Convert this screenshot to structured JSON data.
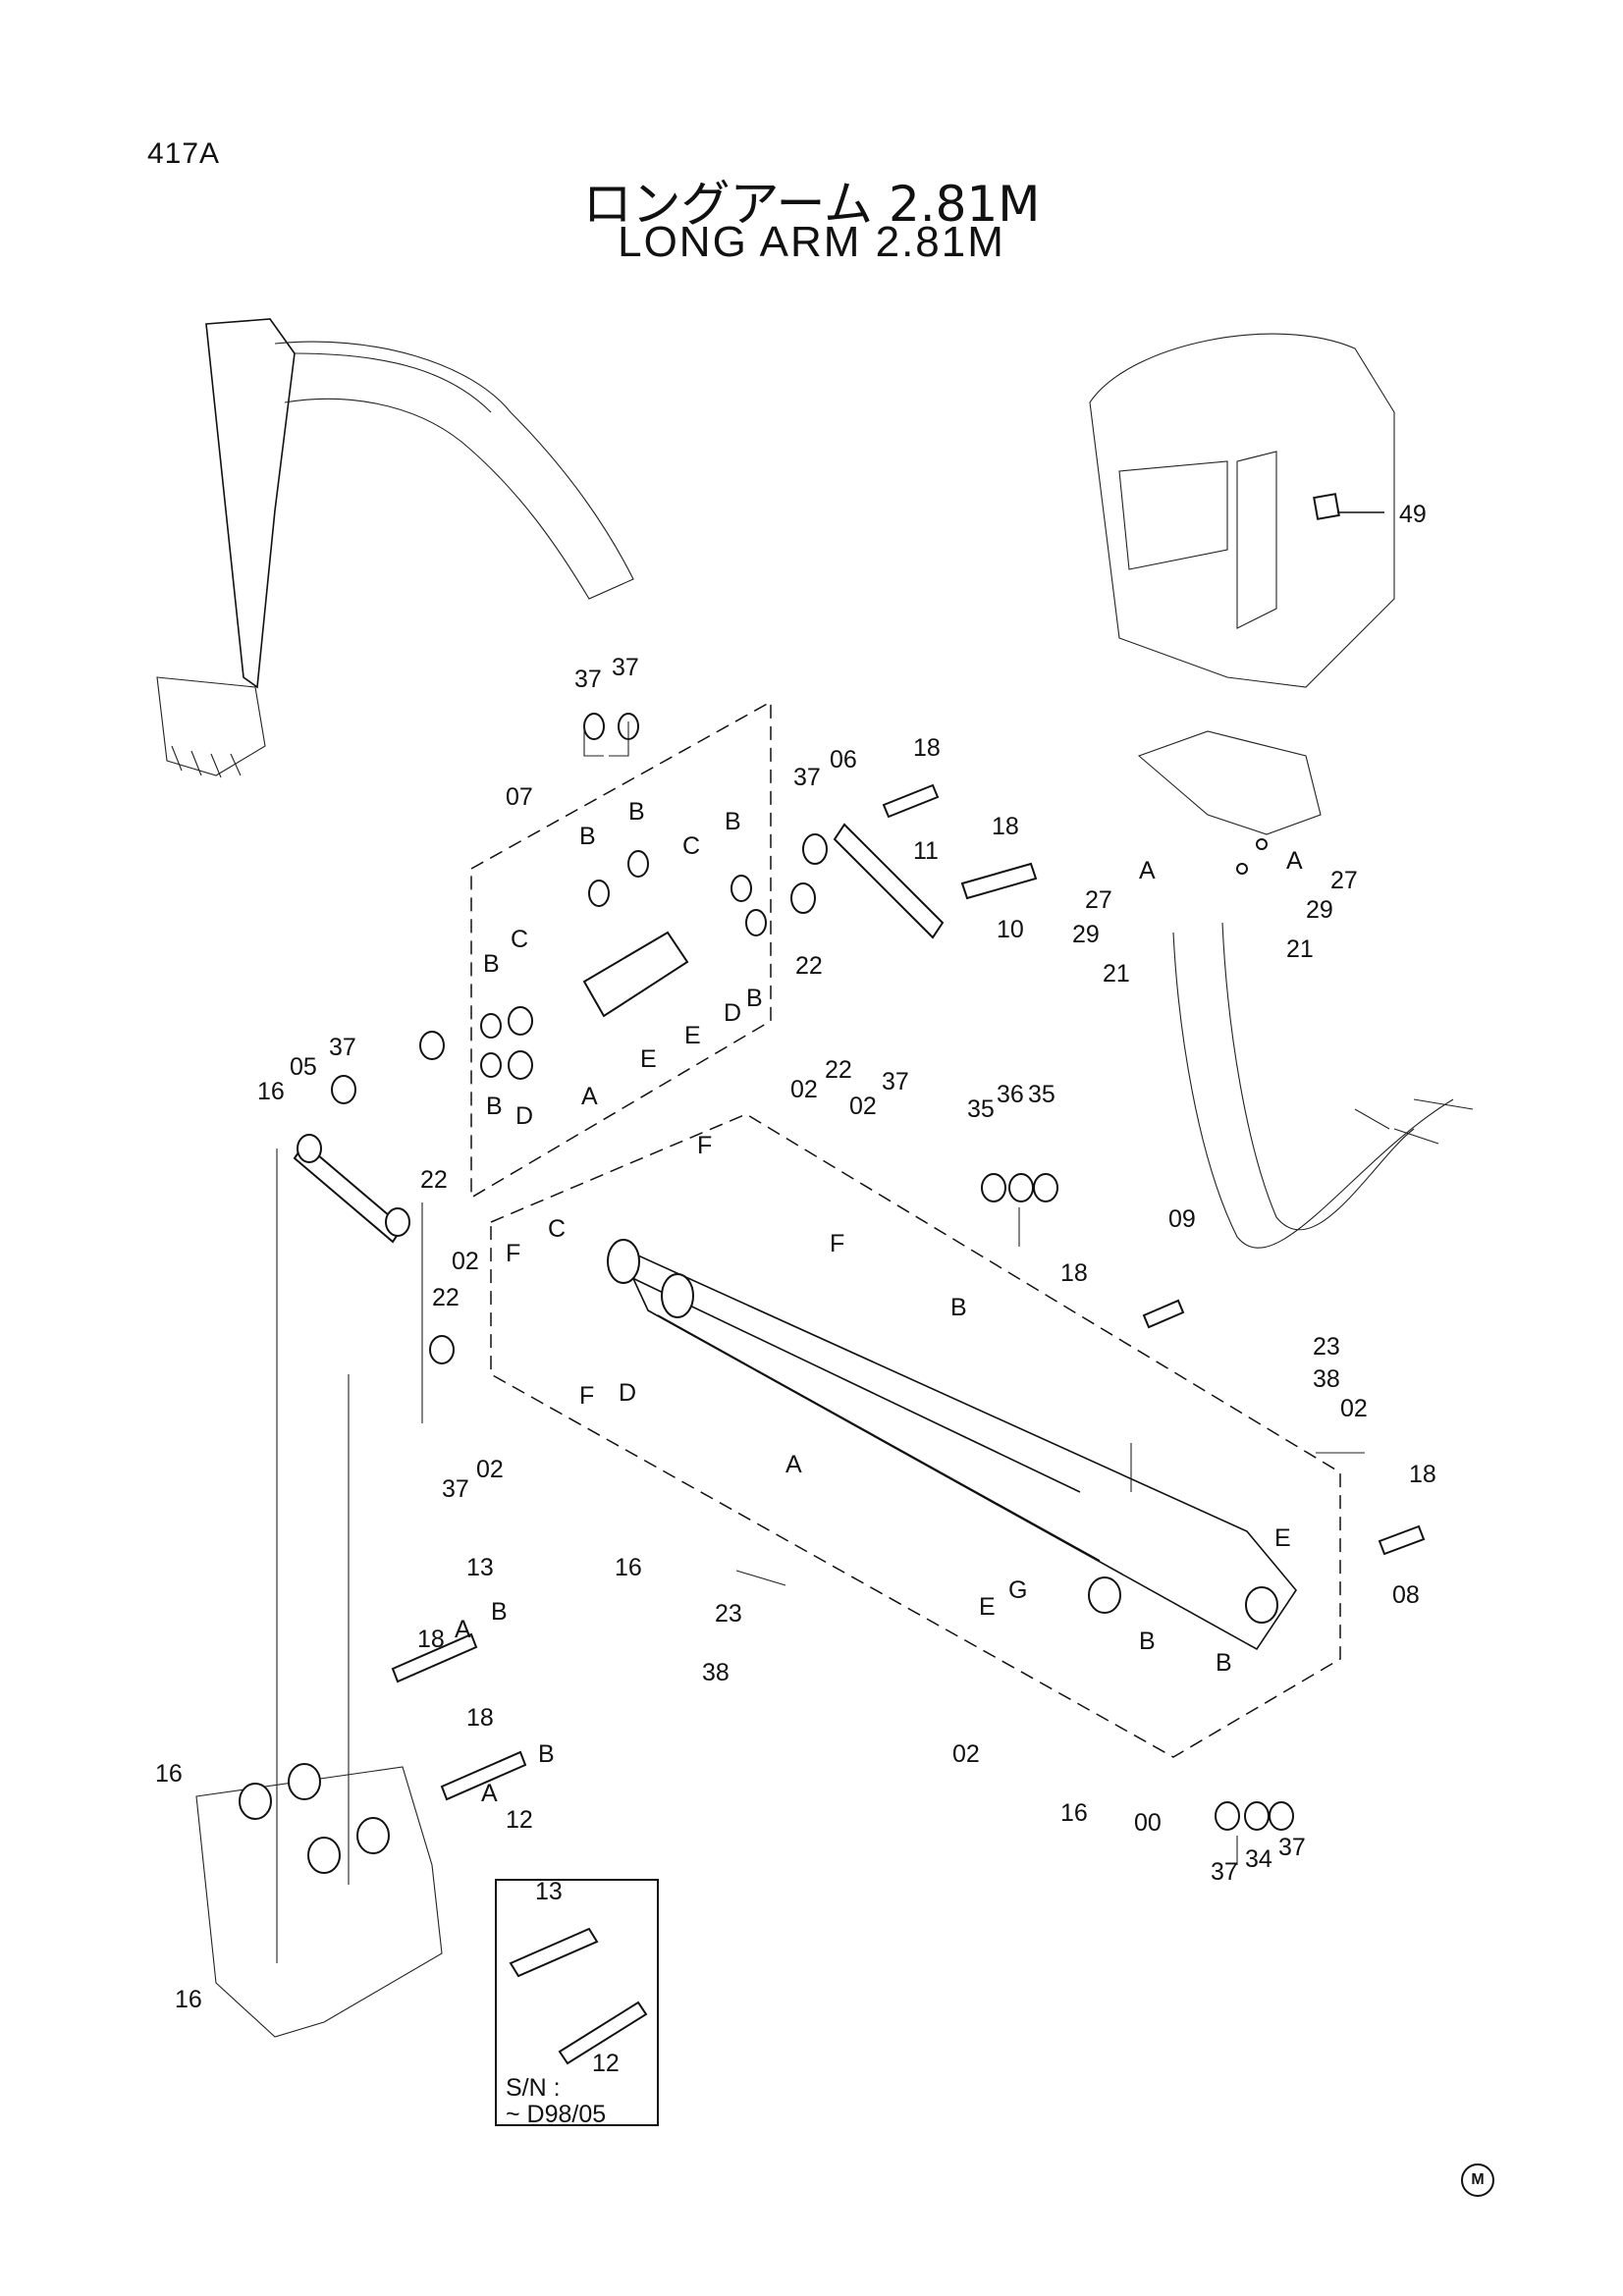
{
  "page_id": "417A",
  "title_jp": "ロングアーム 2.81M",
  "title_en": "LONG ARM 2.81M",
  "corner_mark": "M",
  "inset_note": {
    "line1": "S/N :",
    "line2": "~ D98/05"
  },
  "callouts": [
    "37",
    "37",
    "07",
    "B",
    "B",
    "C",
    "B",
    "37",
    "06",
    "18",
    "11",
    "18",
    "10",
    "22",
    "B",
    "C",
    "E",
    "E",
    "D",
    "B",
    "A",
    "D",
    "B",
    "16",
    "05",
    "37",
    "22",
    "22",
    "02",
    "37",
    "02",
    "35",
    "36",
    "35",
    "F",
    "F",
    "09",
    "18",
    "02",
    "F",
    "C",
    "22",
    "37",
    "02",
    "F",
    "D",
    "A",
    "B",
    "23",
    "38",
    "02",
    "E",
    "18",
    "08",
    "16",
    "23",
    "38",
    "13",
    "A",
    "B",
    "18",
    "18",
    "B",
    "A",
    "12",
    "E",
    "G",
    "B",
    "B",
    "02",
    "16",
    "00",
    "37",
    "34",
    "37",
    "16",
    "16",
    "13",
    "12",
    "49",
    "A",
    "A",
    "27",
    "27",
    "29",
    "29",
    "21",
    "21"
  ]
}
